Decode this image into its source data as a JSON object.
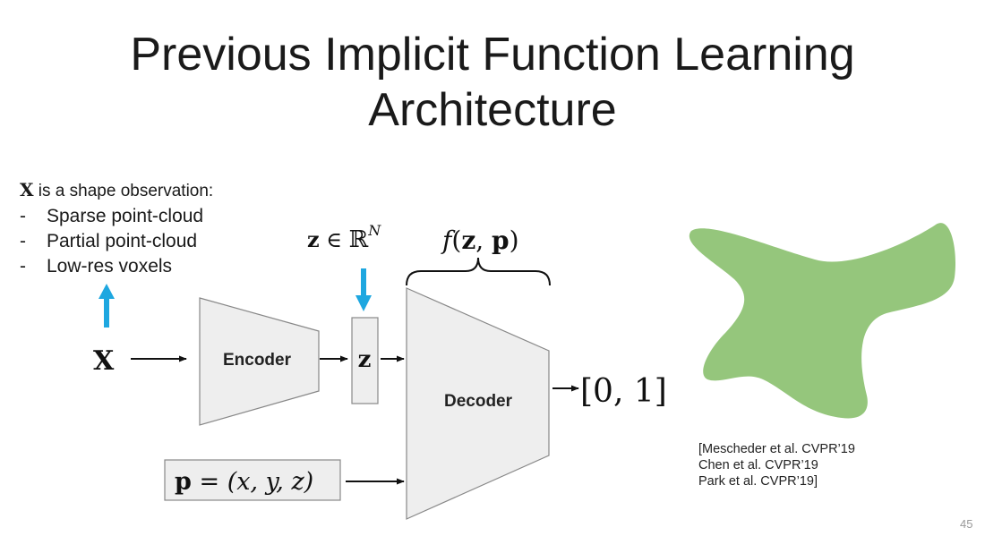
{
  "slide": {
    "title_line1": "Previous Implicit Function Learning",
    "title_line2": "Architecture",
    "page_number": "45"
  },
  "observation": {
    "symbol": "X",
    "heading": " is a shape observation:",
    "items": [
      {
        "dash": "-",
        "label": "Sparse point-cloud"
      },
      {
        "dash": "-",
        "label": "Partial point-cloud"
      },
      {
        "dash": "-",
        "label": "Low-res voxels"
      }
    ]
  },
  "diagram": {
    "input_symbol": "X",
    "encoder_label": "Encoder",
    "latent_symbol": "z",
    "latent_space": {
      "z": "z",
      "in": " ∈ ",
      "R": "ℝ",
      "N": "N"
    },
    "decoder_label": "Decoder",
    "function_label": {
      "f": "f",
      "open": "(",
      "z": "z",
      "comma": ", ",
      "p": "p",
      "close": ")"
    },
    "point_label": {
      "p": "p",
      "eq": " = ",
      "tuple": "(x, y, z)"
    },
    "output_range": "[0, 1]",
    "colors": {
      "arrow_accent": "#1ea7e0",
      "shape_fill": "#95c67c",
      "box_fill": "#eeeeee",
      "box_stroke": "#888888"
    }
  },
  "references": {
    "line1": "[Mescheder et al. CVPR’19",
    "line2": "Chen et al. CVPR’19",
    "line3": "Park et al. CVPR’19]"
  }
}
